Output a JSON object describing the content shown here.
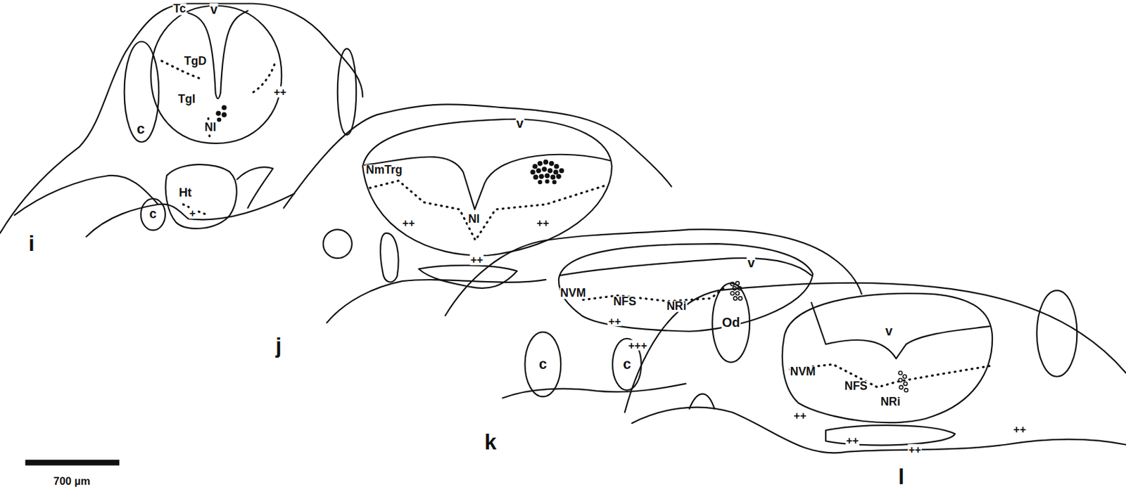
{
  "diagram": {
    "labels": [
      "Tc",
      "v",
      "TgD",
      "TgI",
      "NI",
      "++",
      "c",
      "Ht",
      "+",
      "c",
      "i",
      "v",
      "NmTrg",
      "++",
      "NI",
      "++",
      "++",
      "j",
      "v",
      "NVM",
      "NFS",
      "NRi",
      "++",
      "+++",
      "c",
      "c",
      "k",
      "Od",
      "v",
      "NVM",
      "NFS",
      "NRi",
      "++",
      "++",
      "++",
      "++",
      "l",
      "700 µm"
    ]
  }
}
